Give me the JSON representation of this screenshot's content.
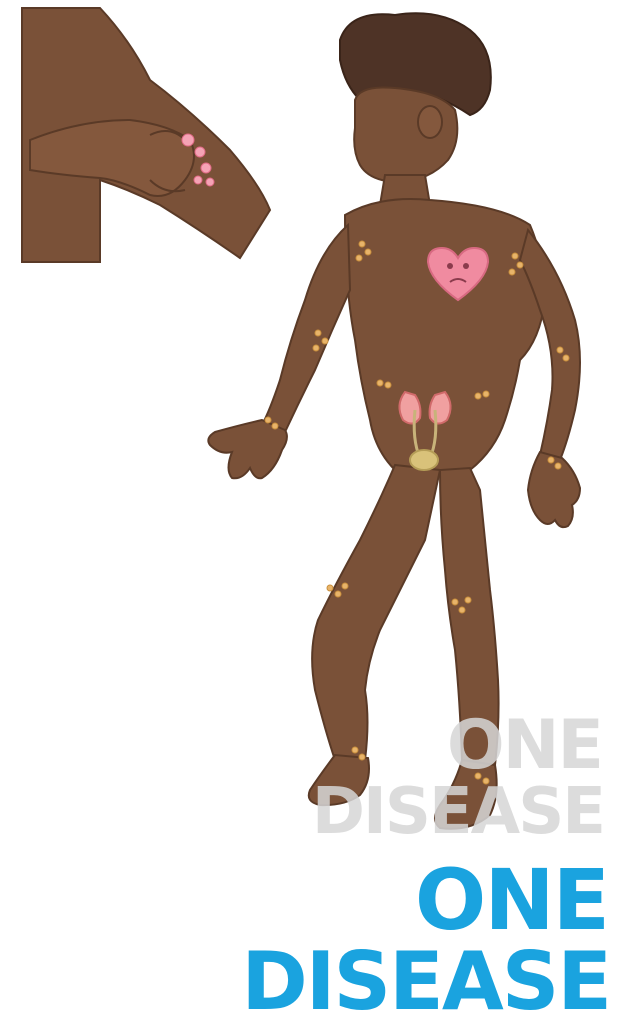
{
  "scene": {
    "description_icons": [
      "hand-pinching-skin-icon",
      "child-figure-icon",
      "heart-icon",
      "kidneys-icon",
      "bladder-icon",
      "skin-nodules-icon"
    ]
  },
  "logo_watermark": {
    "line1": "ONE",
    "line2": "DISEASE",
    "color": "#d6d6d6"
  },
  "logo": {
    "line1": "ONE",
    "line2": "DISEASE",
    "color": "#1aa3df"
  },
  "colors": {
    "skin": "#7a5138",
    "skin_outline": "#5a3a27",
    "hair": "#4e3326",
    "heart": "#f08ba0",
    "kidney": "#f0a0a0",
    "nodule": "#e8b46a",
    "rash": "#f5a3b5"
  }
}
